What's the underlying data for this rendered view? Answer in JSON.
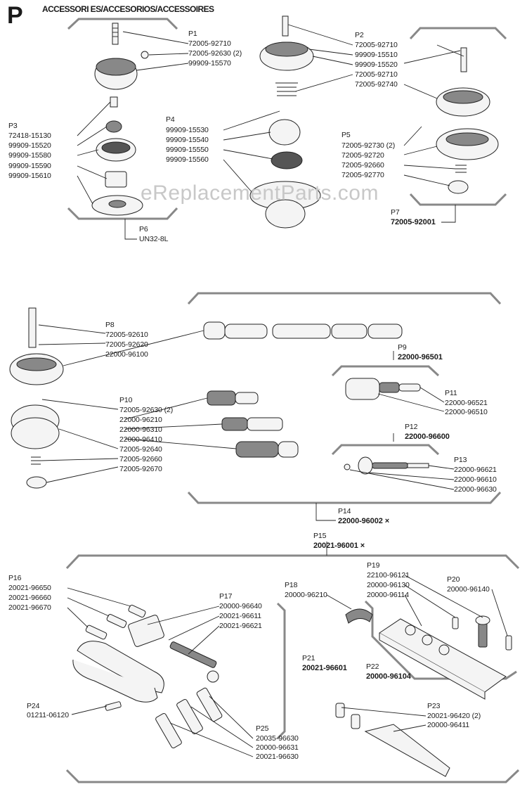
{
  "page_letter": "P",
  "header": "ACCESSORI ES/ACCESORIOS/ACCESSOIRES",
  "watermark": "eReplacementParts.com",
  "cross_mark": "×",
  "labels": [
    {
      "id": "p1",
      "ref": "P1",
      "parts": [
        "72005-92710",
        "72005-92630 (2)",
        "99909-15570"
      ]
    },
    {
      "id": "p2",
      "ref": "P2",
      "parts": [
        "72005-92710",
        "99909-15510",
        "99909-15520",
        "72005-92710",
        "72005-92740"
      ]
    },
    {
      "id": "p3",
      "ref": "P3",
      "parts": [
        "72418-15130",
        "99909-15520",
        "99909-15580",
        "99909-15590",
        "99909-15610"
      ]
    },
    {
      "id": "p4",
      "ref": "P4",
      "parts": [
        "99909-15530",
        "99909-15540",
        "99909-15550",
        "99909-15560"
      ]
    },
    {
      "id": "p5",
      "ref": "P5",
      "parts": [
        "72005-92730 (2)",
        "72005-92720",
        "72005-92660",
        "72005-92770"
      ]
    },
    {
      "id": "p6",
      "ref": "P6",
      "parts": [
        "UN32-8L"
      ]
    },
    {
      "id": "p7",
      "ref": "P7",
      "parts": [
        "72005-92001"
      ]
    },
    {
      "id": "p8",
      "ref": "P8",
      "parts": [
        "72005-92610",
        "72005-92620",
        "22000-96100"
      ]
    },
    {
      "id": "p9",
      "ref": "P9",
      "parts": [
        "22000-96501"
      ]
    },
    {
      "id": "p10",
      "ref": "P10",
      "parts": [
        "72005-92630 (2)",
        "22000-96210",
        "22000-96310",
        "22000-96410",
        "72005-92640",
        "72005-92660",
        "72005-92670"
      ]
    },
    {
      "id": "p11",
      "ref": "P11",
      "parts": [
        "22000-96521",
        "22000-96510"
      ]
    },
    {
      "id": "p12",
      "ref": "P12",
      "parts": [
        "22000-96600"
      ]
    },
    {
      "id": "p13",
      "ref": "P13",
      "parts": [
        "22000-96621",
        "22000-96610",
        "22000-96630"
      ]
    },
    {
      "id": "p14",
      "ref": "P14",
      "parts": [
        "22000-96002"
      ]
    },
    {
      "id": "p15",
      "ref": "P15",
      "parts": [
        "20021-96001"
      ]
    },
    {
      "id": "p16",
      "ref": "P16",
      "parts": [
        "20021-96650",
        "20021-96660",
        "20021-96670"
      ]
    },
    {
      "id": "p17",
      "ref": "P17",
      "parts": [
        "20000-96640",
        "20021-96611",
        "20021-96621"
      ]
    },
    {
      "id": "p18",
      "ref": "P18",
      "parts": [
        "20000-96210"
      ]
    },
    {
      "id": "p19",
      "ref": "P19",
      "parts": [
        "22100-96121",
        "20000-96130",
        "20000-96114"
      ]
    },
    {
      "id": "p20",
      "ref": "P20",
      "parts": [
        "20000-96140"
      ]
    },
    {
      "id": "p21",
      "ref": "P21",
      "parts": [
        "20021-96601"
      ]
    },
    {
      "id": "p22",
      "ref": "P22",
      "parts": [
        "20000-96104"
      ]
    },
    {
      "id": "p23",
      "ref": "P23",
      "parts": [
        "20021-96420 (2)",
        "20000-96411"
      ]
    },
    {
      "id": "p24",
      "ref": "P24",
      "parts": [
        "01211-06120"
      ]
    },
    {
      "id": "p25",
      "ref": "P25",
      "parts": [
        "20035-96630",
        "20000-96631",
        "20021-96630"
      ]
    }
  ]
}
